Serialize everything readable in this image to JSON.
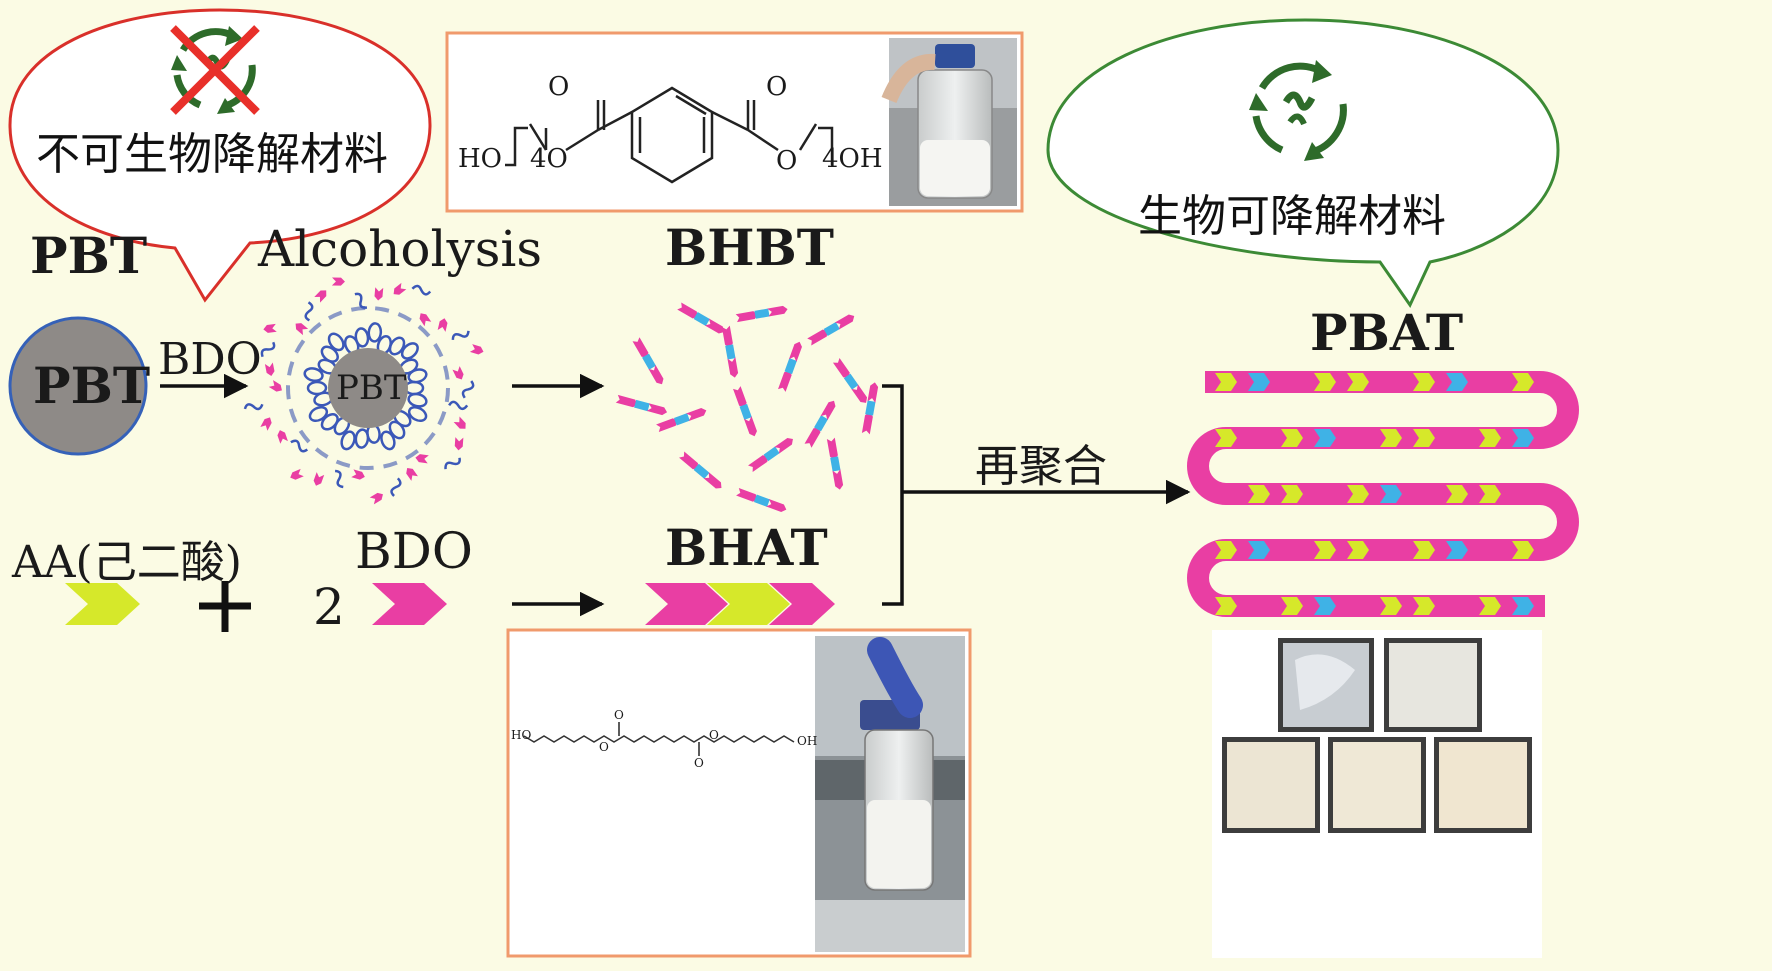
{
  "colors": {
    "background": "#fbfbe4",
    "magenta": "#e93ea3",
    "cyan": "#3fb2e6",
    "yellow_green": "#d6e82a",
    "chain_blue": "#3b58b8",
    "recycle_green": "#2e6b2a",
    "bubble_left_outline": "#d9302a",
    "bubble_right_outline": "#3c8a35",
    "frame_orange": "#f09a6c",
    "pbt_gray": "#8e8a87",
    "pbt_outline": "#3561b8"
  },
  "icons": {
    "left_bubble": "recycle-crossed-out-icon",
    "right_bubble": "recycle-icon"
  },
  "bubbles": {
    "left_text": "不可生物降解材料",
    "right_text": "生物可降解材料"
  },
  "labels": {
    "pbt_title": "PBT",
    "pbt_circle": "PBT",
    "bdo_arrow": "BDO",
    "alcoholysis": "Alcoholysis",
    "pbt_core": "PBT",
    "bhbt": "BHBT",
    "repolymerize": "再聚合",
    "pbat": "PBAT",
    "aa": "AA(己二酸)",
    "bdo_title": "BDO",
    "plus": "+",
    "two": "2",
    "bhat": "BHAT"
  },
  "bhbt_structure": {
    "o_left": "O",
    "o_right": "O",
    "ho": "HO",
    "sub_left": "4O",
    "o_ester": "O",
    "sub_right": "4OH"
  },
  "bhat_structure": {
    "ho": "HO",
    "oh": "OH",
    "o_top": "O",
    "o_bottom": "O",
    "o_ester_1": "O",
    "o_ester_2": "O"
  }
}
